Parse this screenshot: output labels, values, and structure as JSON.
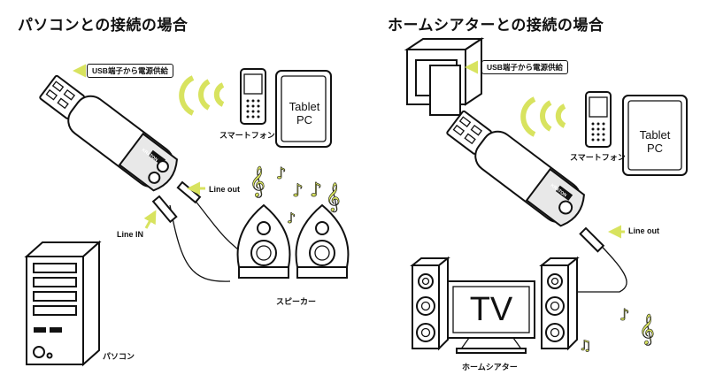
{
  "left": {
    "title": "パソコンとの接続の場合",
    "usb_power_label": "USB端子から電源供給",
    "smartphone_label": "スマートフォン",
    "tablet_line1": "Tablet",
    "tablet_line2": "PC",
    "line_out_label": "Line out",
    "line_in_label": "Line IN",
    "speaker_label": "スピーカー",
    "pc_label": "パソコン",
    "device_brand": "KRATON"
  },
  "right": {
    "title": "ホームシアターとの接続の場合",
    "usb_power_label": "USB端子から電源供給",
    "smartphone_label": "スマートフォン",
    "tablet_line1": "Tablet",
    "tablet_line2": "PC",
    "line_out_label": "Line out",
    "tv_text": "TV",
    "home_theater_label": "ホームシアター",
    "device_brand": "KRATON"
  },
  "colors": {
    "accent": "#d8e35f",
    "ink": "#111111"
  }
}
